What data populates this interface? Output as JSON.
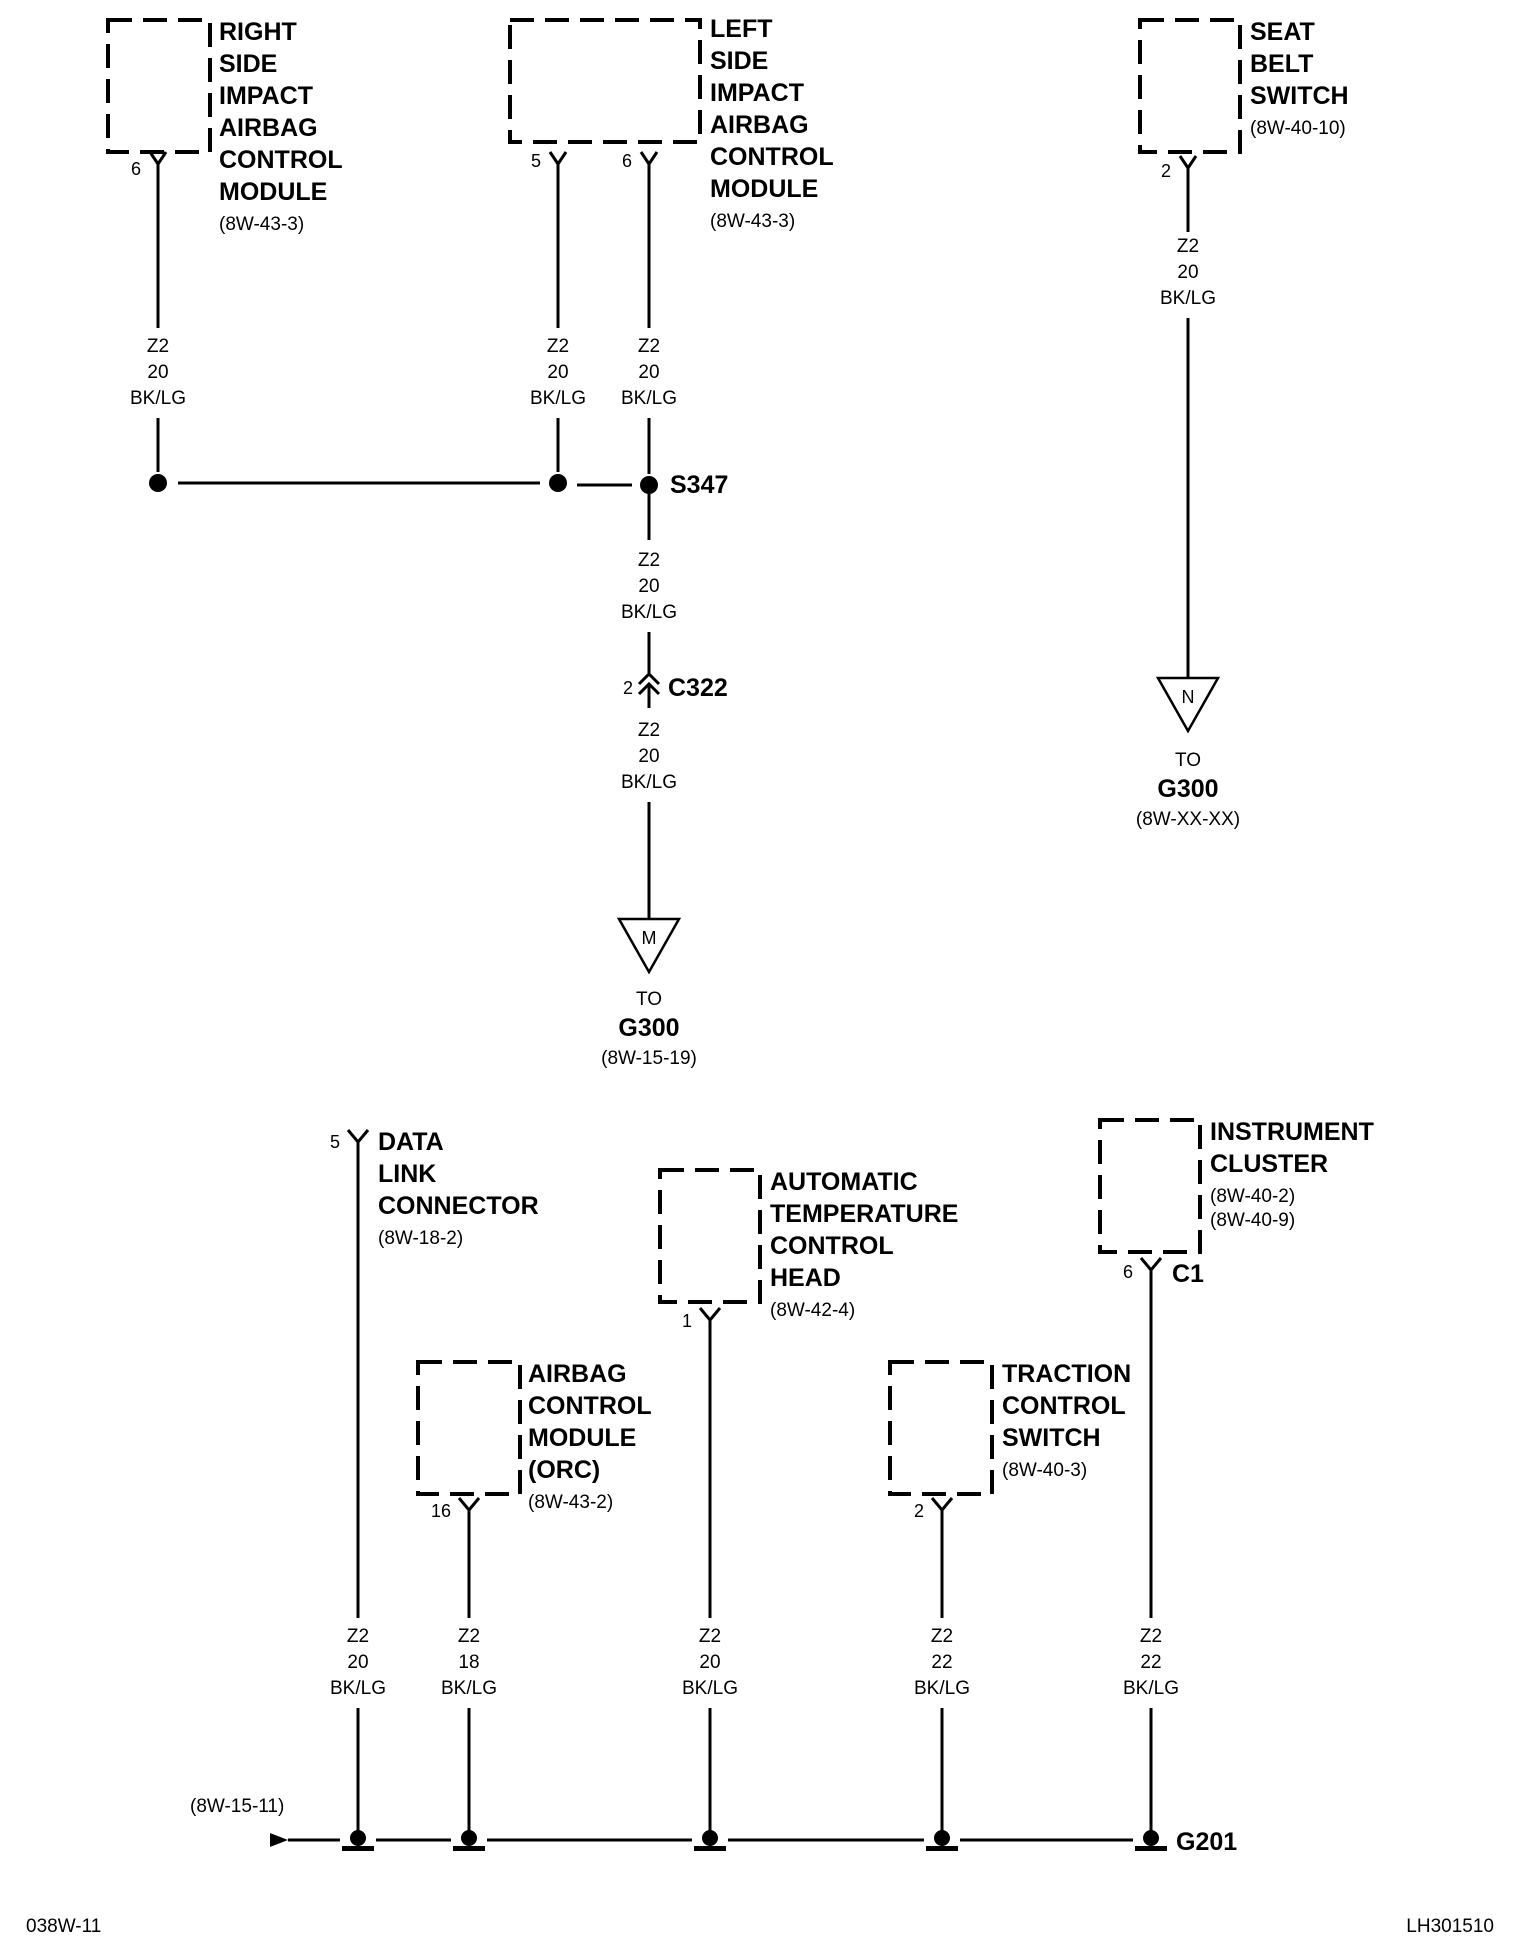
{
  "components": {
    "right_side_impact": {
      "lines": [
        "RIGHT",
        "SIDE",
        "IMPACT",
        "AIRBAG",
        "CONTROL",
        "MODULE"
      ],
      "ref": "(8W-43-3)",
      "pin": "6"
    },
    "left_side_impact": {
      "lines": [
        "LEFT",
        "SIDE",
        "IMPACT",
        "AIRBAG",
        "CONTROL",
        "MODULE"
      ],
      "ref": "(8W-43-3)",
      "pins": [
        "5",
        "6"
      ]
    },
    "seat_belt_switch": {
      "lines": [
        "SEAT",
        "BELT",
        "SWITCH"
      ],
      "ref": "(8W-40-10)",
      "pin": "2"
    },
    "data_link_connector": {
      "lines": [
        "DATA",
        "LINK",
        "CONNECTOR"
      ],
      "ref": "(8W-18-2)",
      "pin": "5"
    },
    "automatic_temperature": {
      "lines": [
        "AUTOMATIC",
        "TEMPERATURE",
        "CONTROL",
        "HEAD"
      ],
      "ref": "(8W-42-4)",
      "pin": "1"
    },
    "instrument_cluster": {
      "lines": [
        "INSTRUMENT",
        "CLUSTER"
      ],
      "refs": [
        "(8W-40-2)",
        "(8W-40-9)"
      ],
      "pin": "6",
      "connector": "C1"
    },
    "airbag_control_module": {
      "lines": [
        "AIRBAG",
        "CONTROL",
        "MODULE",
        "(ORC)"
      ],
      "ref": "(8W-43-2)",
      "pin": "16"
    },
    "traction_control_switch": {
      "lines": [
        "TRACTION",
        "CONTROL",
        "SWITCH"
      ],
      "ref": "(8W-40-3)",
      "pin": "2"
    }
  },
  "wires": {
    "rs_top": [
      "Z2",
      "20",
      "BK/LG"
    ],
    "ls5_top": [
      "Z2",
      "20",
      "BK/LG"
    ],
    "ls6_top": [
      "Z2",
      "20",
      "BK/LG"
    ],
    "seat": [
      "Z2",
      "20",
      "BK/LG"
    ],
    "s347_down": [
      "Z2",
      "20",
      "BK/LG"
    ],
    "c322_down": [
      "Z2",
      "20",
      "BK/LG"
    ],
    "dlc": [
      "Z2",
      "20",
      "BK/LG"
    ],
    "orc": [
      "Z2",
      "18",
      "BK/LG"
    ],
    "atc": [
      "Z2",
      "20",
      "BK/LG"
    ],
    "tcs": [
      "Z2",
      "22",
      "BK/LG"
    ],
    "ic": [
      "Z2",
      "22",
      "BK/LG"
    ]
  },
  "splice": {
    "label": "S347"
  },
  "connector_c322": {
    "label": "C322",
    "pin": "2"
  },
  "ground_m": {
    "symbol": "M",
    "to": "TO",
    "name": "G300",
    "ref": "(8W-15-19)"
  },
  "ground_n": {
    "symbol": "N",
    "to": "TO",
    "name": "G300",
    "ref": "(8W-XX-XX)"
  },
  "ground_g201": {
    "label": "G201",
    "from_ref": "(8W-15-11)"
  },
  "footer": {
    "left": "038W-11",
    "right": "LH301510"
  }
}
